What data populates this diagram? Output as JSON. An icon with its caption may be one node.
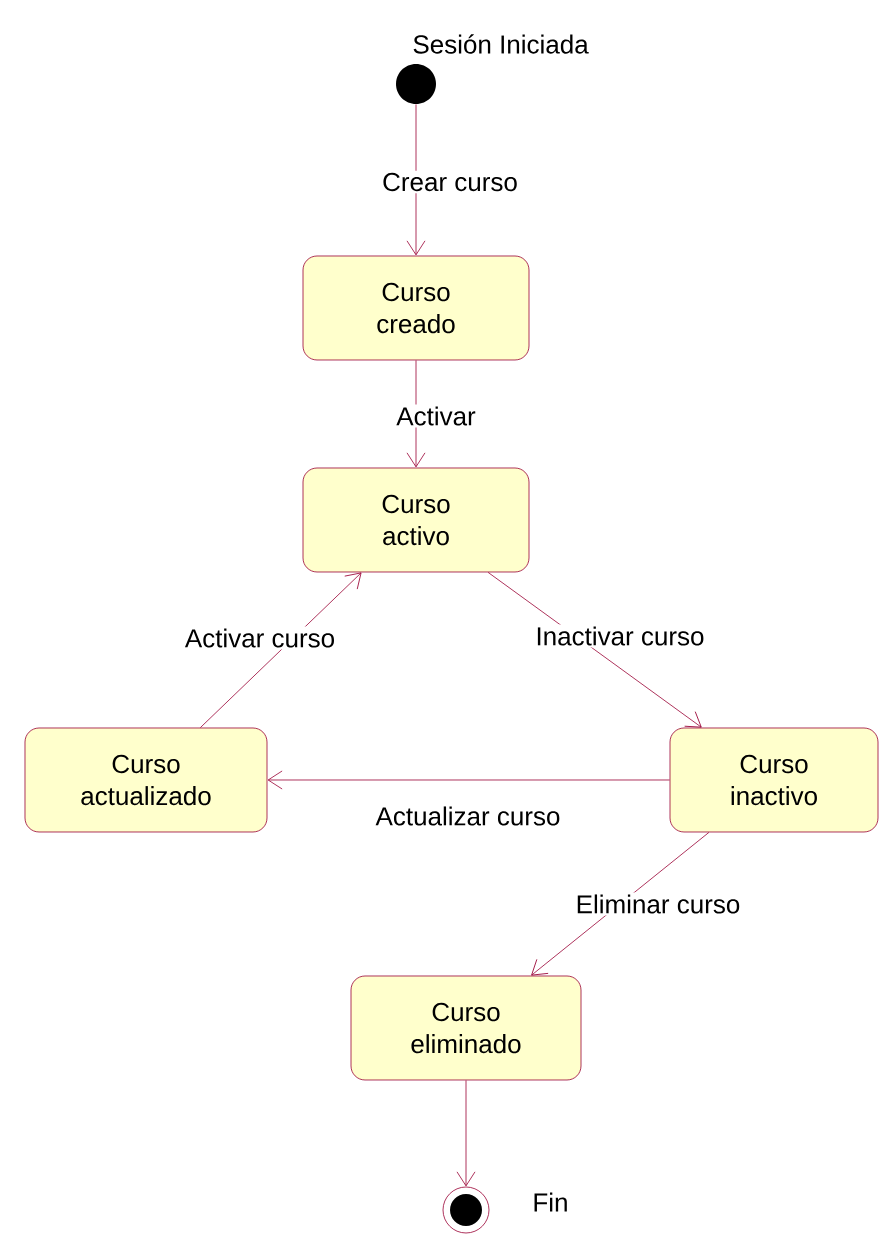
{
  "diagram": {
    "nodes": [
      {
        "text": [],
        "shape": "circle",
        "beside": [
          "Sesión Iniciada"
        ]
      },
      {
        "text": [
          "Curso creado"
        ]
      },
      {
        "text": [
          "Curso activo"
        ]
      },
      {
        "text": [
          "Curso actualizado"
        ]
      },
      {
        "text": [
          "Curso inactivo"
        ]
      },
      {
        "text": [
          "Curso eliminado"
        ]
      },
      {
        "text": [],
        "shape": "circle",
        "beside": [
          "Fin"
        ]
      }
    ],
    "edges": [
      {
        "from": 0,
        "to": 1,
        "arrow": "to",
        "label": "Crear curso"
      },
      {
        "from": 1,
        "to": 2,
        "arrow": "to",
        "label": "Activar"
      },
      {
        "from": 2,
        "to": 4,
        "arrow": "to",
        "label": "Inactivar curso"
      },
      {
        "from": 4,
        "to": 3,
        "arrow": "to",
        "label": "Actualizar curso"
      },
      {
        "from": 3,
        "to": 2,
        "arrow": "to",
        "label": "Activar curso"
      },
      {
        "from": 4,
        "to": 5,
        "arrow": "to",
        "label": "Eliminar curso"
      },
      {
        "from": 5,
        "to": 6,
        "arrow": "to"
      }
    ]
  }
}
